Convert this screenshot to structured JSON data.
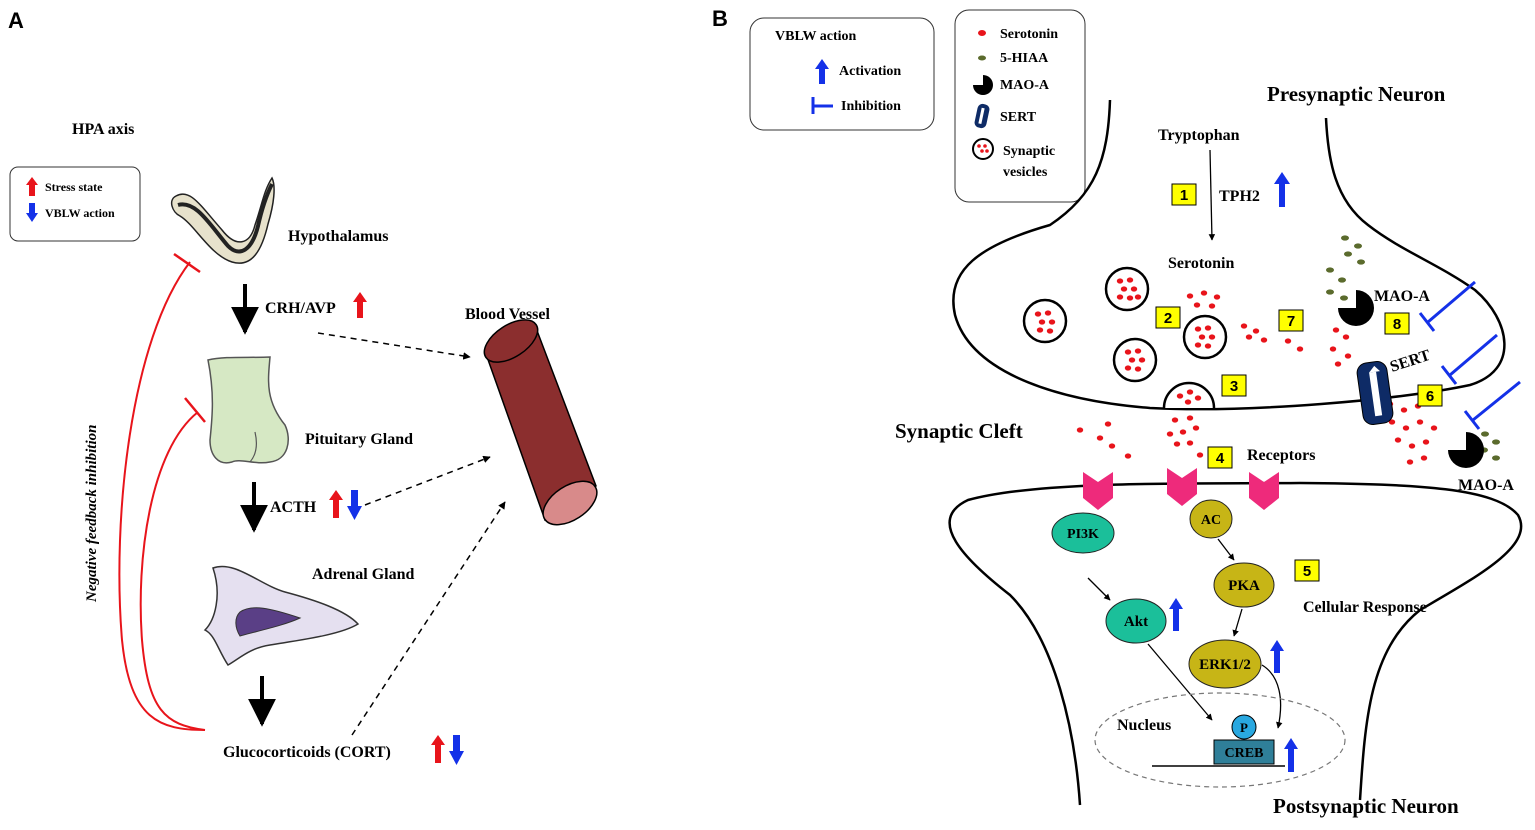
{
  "panels": {
    "a": "A",
    "b": "B"
  },
  "hpa": {
    "title": "HPA axis",
    "legend": {
      "stress": "Stress state",
      "vblw": "VBLW action"
    },
    "hypothalamus": "Hypothalamus",
    "crh": "CRH/AVP",
    "pituitary": "Pituitary Gland",
    "acth": "ACTH",
    "adrenal": "Adrenal Gland",
    "gluco": "Glucocorticoids (CORT)",
    "blood_vessel": "Blood Vessel",
    "feedback": "Negative feedback inhibition"
  },
  "synapse": {
    "legend_action": {
      "title": "VBLW action",
      "activation": "Activation",
      "inhibition": "Inhibition"
    },
    "legend_items": {
      "serotonin": "Serotonin",
      "hiaa": "5-HIAA",
      "maoa": "MAO-A",
      "sert": "SERT",
      "vesicles_1": "Synaptic",
      "vesicles_2": "vesicles"
    },
    "presynaptic": "Presynaptic Neuron",
    "postsynaptic": "Postsynaptic Neuron",
    "tryptophan": "Tryptophan",
    "tph2": "TPH2",
    "serotonin": "Serotonin",
    "maoa_pre": "MAO-A",
    "sert": "SERT",
    "maoa_cleft": "MAO-A",
    "cleft": "Synaptic Cleft",
    "receptors": "Receptors",
    "pi3k": "PI3K",
    "ac": "AC",
    "pka": "PKA",
    "akt": "Akt",
    "erk": "ERK1/2",
    "cellular": "Cellular Response",
    "nucleus": "Nucleus",
    "p": "P",
    "creb": "CREB",
    "steps": [
      "1",
      "2",
      "3",
      "4",
      "5",
      "6",
      "7",
      "8"
    ]
  },
  "colors": {
    "stress_up": "#e8141b",
    "vblw": "#1431e8",
    "feedback": "#e8141b",
    "vessel": "#8b2e2e",
    "vessel_end": "#d88a8a",
    "serotonin": "#e8141b",
    "hiaa": "#5b6b2d",
    "receptor": "#ee2a7b",
    "pi3k": "#1bbf9a",
    "ac": "#c7b516",
    "step_box": "#ffff00",
    "creb": "#2f7f99",
    "p": "#29a8e0"
  }
}
